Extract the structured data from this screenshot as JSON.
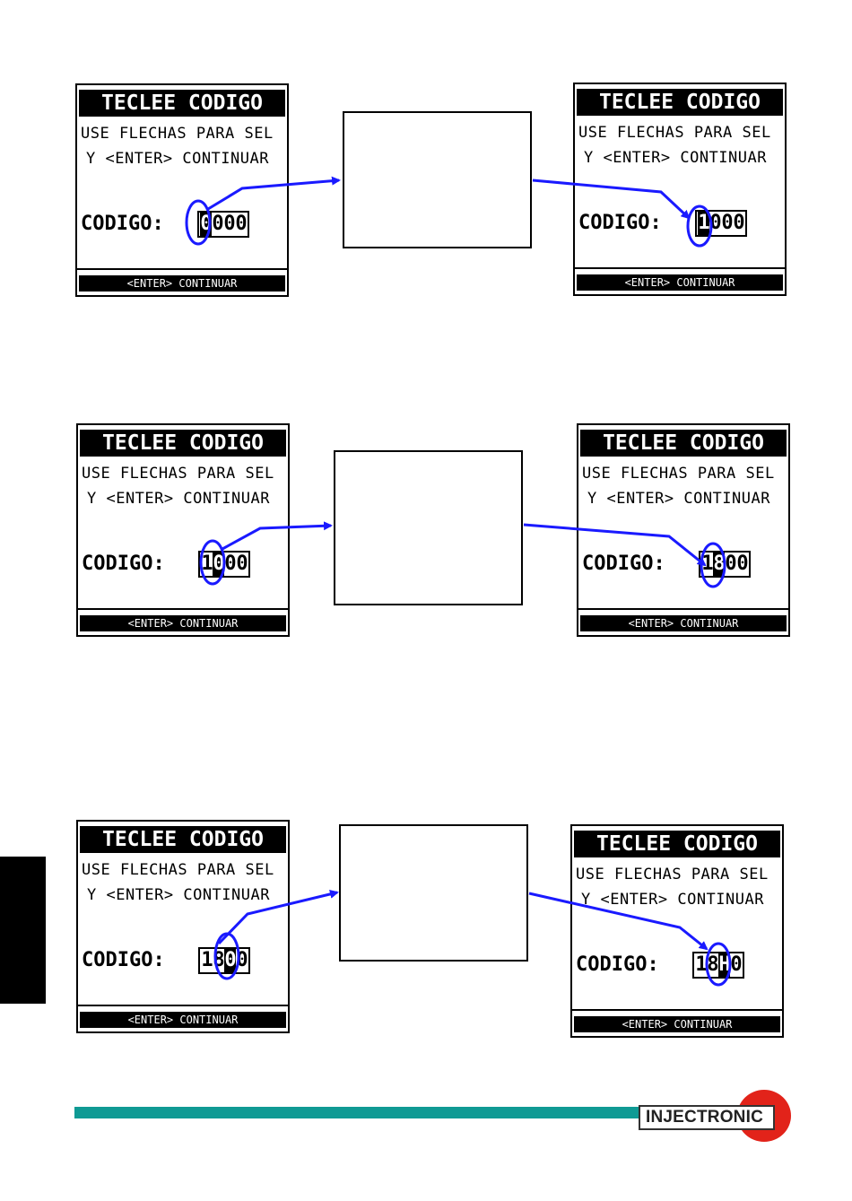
{
  "screens": [
    {
      "title": "TECLEE CODIGO",
      "line1": "USE FLECHAS PARA SEL",
      "line2": "Y <ENTER> CONTINUAR",
      "code_label": "CODIGO:",
      "digits": [
        "0",
        "0",
        "0",
        "0"
      ],
      "selected": 0,
      "footer": "<ENTER> CONTINUAR"
    },
    {
      "title": "TECLEE CODIGO",
      "line1": "USE FLECHAS PARA SEL",
      "line2": "Y <ENTER> CONTINUAR",
      "code_label": "CODIGO:",
      "digits": [
        "1",
        "0",
        "0",
        "0"
      ],
      "selected": 0,
      "footer": "<ENTER> CONTINUAR"
    },
    {
      "title": "TECLEE CODIGO",
      "line1": "USE FLECHAS PARA SEL",
      "line2": "Y <ENTER> CONTINUAR",
      "code_label": "CODIGO:",
      "digits": [
        "1",
        "0",
        "0",
        "0"
      ],
      "selected": 1,
      "footer": "<ENTER> CONTINUAR"
    },
    {
      "title": "TECLEE CODIGO",
      "line1": "USE FLECHAS PARA SEL",
      "line2": "Y <ENTER> CONTINUAR",
      "code_label": "CODIGO:",
      "digits": [
        "1",
        "8",
        "0",
        "0"
      ],
      "selected": 1,
      "footer": "<ENTER> CONTINUAR"
    },
    {
      "title": "TECLEE CODIGO",
      "line1": "USE FLECHAS PARA SEL",
      "line2": "Y <ENTER> CONTINUAR",
      "code_label": "CODIGO:",
      "digits": [
        "1",
        "8",
        "0",
        "0"
      ],
      "selected": 2,
      "footer": "<ENTER> CONTINUAR"
    },
    {
      "title": "TECLEE CODIGO",
      "line1": "USE FLECHAS PARA SEL",
      "line2": "Y <ENTER> CONTINUAR",
      "code_label": "CODIGO:",
      "digits": [
        "1",
        "8",
        "H",
        "0"
      ],
      "selected": 2,
      "footer": "<ENTER> CONTINUAR"
    }
  ],
  "logo": {
    "text": "INJECTRONIC"
  },
  "colors": {
    "arrow": "#1a1aff",
    "band": "#0f9a94",
    "logo_red": "#e2231a"
  }
}
